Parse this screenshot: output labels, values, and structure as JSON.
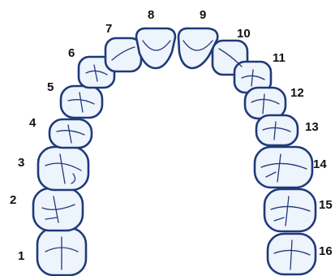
{
  "diagram": {
    "colors": {
      "outline": "#1f3a7a",
      "fill": "#eef4fb",
      "label": "#111111",
      "background": "#ffffff"
    },
    "teeth": [
      {
        "number": "1"
      },
      {
        "number": "2"
      },
      {
        "number": "3"
      },
      {
        "number": "4"
      },
      {
        "number": "5"
      },
      {
        "number": "6"
      },
      {
        "number": "7"
      },
      {
        "number": "8"
      },
      {
        "number": "9"
      },
      {
        "number": "10"
      },
      {
        "number": "11"
      },
      {
        "number": "12"
      },
      {
        "number": "13"
      },
      {
        "number": "14"
      },
      {
        "number": "15"
      },
      {
        "number": "16"
      }
    ]
  }
}
